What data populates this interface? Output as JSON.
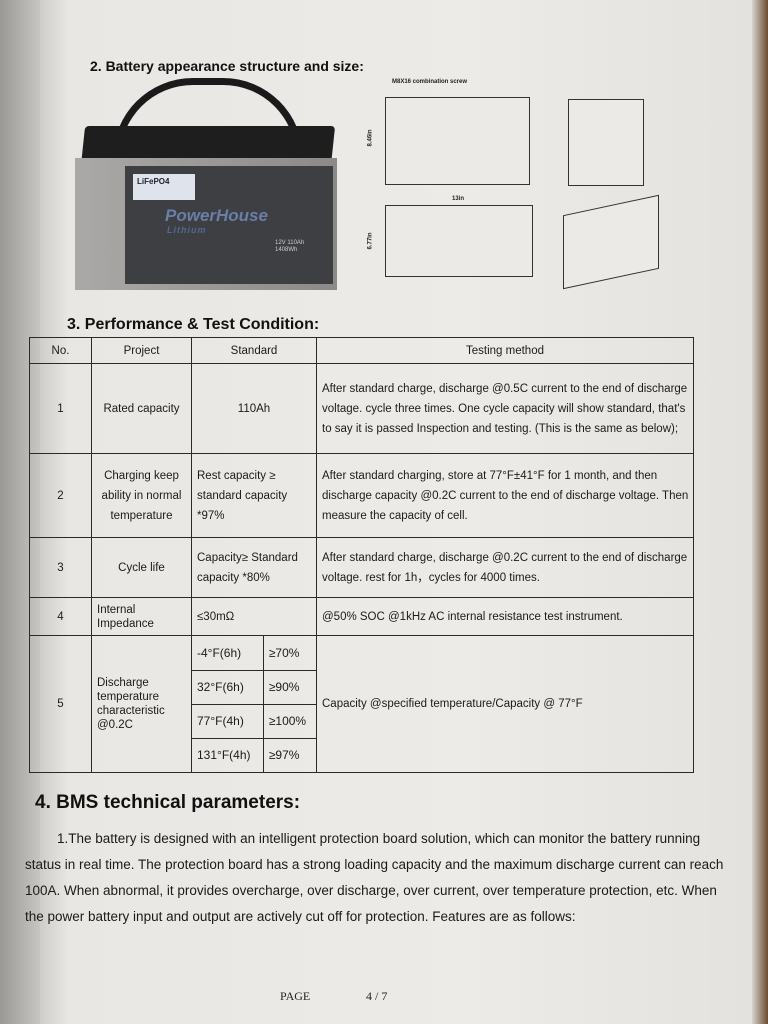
{
  "section2": {
    "title": "2.  Battery appearance structure and size:",
    "battery_label": {
      "chemistry": "LiFePO4",
      "brand": "PowerHouse",
      "brand_sub": "Lithium",
      "spec1": "12V 110Ah",
      "spec2": "1408Wh"
    },
    "drawing": {
      "screw": "M8X16 combination screw",
      "height": "8.46in",
      "length": "13in",
      "width": "6.77in"
    }
  },
  "section3": {
    "title": "3.  Performance & Test Condition:",
    "headers": [
      "No.",
      "Project",
      "Standard",
      "Testing method"
    ],
    "rows": [
      {
        "no": "1",
        "project": "Rated capacity",
        "standard": "110Ah",
        "method": "After standard charge, discharge @0.5C current to the end of discharge voltage. cycle three times. One cycle capacity will show standard, that's to say it is passed Inspection and testing. (This is the same as below);"
      },
      {
        "no": "2",
        "project": "Charging keep ability in normal temperature",
        "standard": "Rest capacity ≥ standard capacity *97%",
        "method": "After standard charging, store at 77°F±41°F for 1 month, and then discharge capacity @0.2C current to the end of discharge voltage. Then measure the capacity of cell."
      },
      {
        "no": "3",
        "project": "Cycle life",
        "standard": "Capacity≥ Standard capacity *80%",
        "method": "After standard charge, discharge @0.2C current to the end of discharge voltage. rest for 1h，cycles for 4000 times."
      },
      {
        "no": "4",
        "project": "Internal Impedance",
        "standard": "≤30mΩ",
        "method": "@50% SOC @1kHz AC internal resistance test instrument."
      },
      {
        "no": "5",
        "project": "Discharge temperature characteristic @0.2C",
        "method": "Capacity @specified temperature/Capacity @ 77°F",
        "sub": [
          {
            "temp": "-4°F(6h)",
            "value": "≥70%"
          },
          {
            "temp": "32°F(6h)",
            "value": "≥90%"
          },
          {
            "temp": "77°F(4h)",
            "value": "≥100%"
          },
          {
            "temp": "131°F(4h)",
            "value": "≥97%"
          }
        ]
      }
    ]
  },
  "section4": {
    "title": "4.  BMS technical parameters:",
    "paragraph": "1.The battery is designed with an intelligent protection board solution, which can monitor the battery running status in real time. The protection board has a strong loading capacity and the maximum discharge current can reach 100A. When abnormal, it provides overcharge, over discharge, over current, over temperature protection, etc. When the power battery input and output are actively cut off for protection. Features are as follows:"
  },
  "footer": {
    "page_label": "PAGE",
    "page_number": "4 / 7"
  }
}
